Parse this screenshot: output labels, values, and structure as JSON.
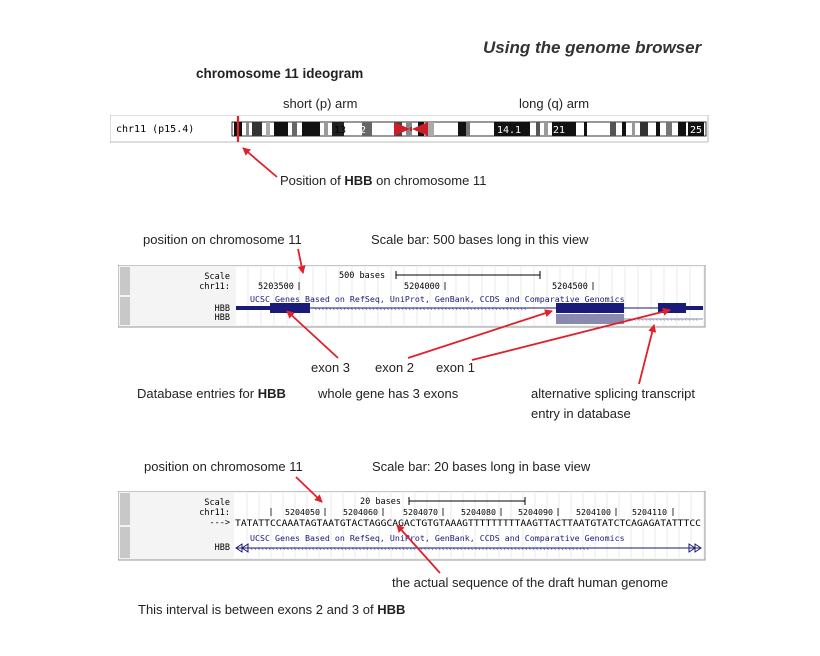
{
  "page": {
    "title": "Using the genome browser"
  },
  "ideogram": {
    "heading": "chromosome 11 ideogram",
    "p_arm": "short (p) arm",
    "q_arm": "long (q) arm",
    "track_label": "chr11 (p15.4)",
    "bands": [
      "13",
      "p12",
      "14.1",
      "21",
      "25"
    ],
    "position_prefix": "Position of ",
    "position_gene": "HBB",
    "position_suffix": " on chromosome 11"
  },
  "panel1": {
    "pos_label": "position on chromosome 11",
    "scale_label": "Scale bar: 500 bases long in this view",
    "scale_row": "Scale",
    "chr_row": "chr11:",
    "scale_text": "500 bases",
    "coords": [
      "5203500",
      "5204000",
      "5204500"
    ],
    "track_title": "UCSC Genes Based on RefSeq, UniProt, GenBank, CCDS and Comparative Genomics",
    "gene_rows": [
      "HBB",
      "HBB"
    ],
    "exon3": "exon 3",
    "exon2": "exon 2",
    "exon1": "exon 1",
    "db_prefix": "Database entries for ",
    "db_gene": "HBB",
    "whole_gene": "whole gene has 3 exons",
    "alt_line1": "alternative splicing transcript",
    "alt_line2": "entry in database"
  },
  "panel2": {
    "pos_label": "position on chromosome 11",
    "scale_label": "Scale bar: 20 bases long in base view",
    "scale_row": "Scale",
    "chr_row": "chr11:",
    "seq_row": "--->",
    "scale_text": "20 bases",
    "coords": [
      "5204050",
      "5204060",
      "5204070",
      "5204080",
      "5204090",
      "5204100",
      "5204110"
    ],
    "sequence": "TATATTCCAAATAGTAATGTACTAGGCAGACTGTGTAAAGTTTTTTTTTAAGTTACTTAATGTATCTCAGAGATATTTCC",
    "track_title": "UCSC Genes Based on RefSeq, UniProt, GenBank, CCDS and Comparative Genomics",
    "gene_row": "HBB",
    "seq_caption": "the actual sequence of the draft human genome",
    "interval_prefix": "This interval is between exons 2 and 3 of ",
    "interval_gene": "HBB"
  },
  "colors": {
    "arrow": "#e0202a",
    "track_blue": "#1a1a7a",
    "panel_bg": "#f4f4f4"
  }
}
